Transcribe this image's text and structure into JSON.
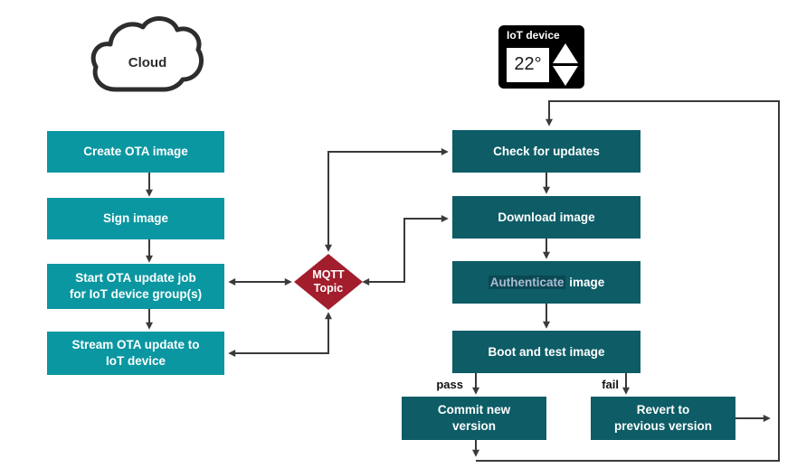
{
  "colors": {
    "cloud_outline": "#2d2d2d",
    "left_box": "#0a97a1",
    "right_box": "#0d5c66",
    "diamond": "#a21e2d",
    "line": "#3a3a3a",
    "iot_box": "#000000",
    "highlight_text": "#a9bccf",
    "box_text": "#ffffff"
  },
  "cloud": {
    "label": "Cloud"
  },
  "iot_device": {
    "label": "IoT device",
    "temperature": "22°",
    "icons": [
      "up-triangle-icon",
      "down-triangle-icon"
    ]
  },
  "cloud_steps": [
    {
      "label": "Create OTA image"
    },
    {
      "label": "Sign image"
    },
    {
      "line1": "Start OTA update job",
      "line2": "for IoT device group(s)"
    },
    {
      "line1": "Stream OTA update to",
      "line2": "IoT device"
    }
  ],
  "broker": {
    "line1": "MQTT",
    "line2": "Topic"
  },
  "device_steps": [
    {
      "label": "Check for updates"
    },
    {
      "label": "Download image"
    },
    {
      "label_highlight": "Authenticate",
      "label_rest": " image"
    },
    {
      "label": "Boot and test image"
    }
  ],
  "outcomes": {
    "pass_label": "pass",
    "fail_label": "fail",
    "commit": {
      "line1": "Commit new",
      "line2": "version"
    },
    "revert": {
      "line1": "Revert to",
      "line2": "previous version"
    }
  }
}
